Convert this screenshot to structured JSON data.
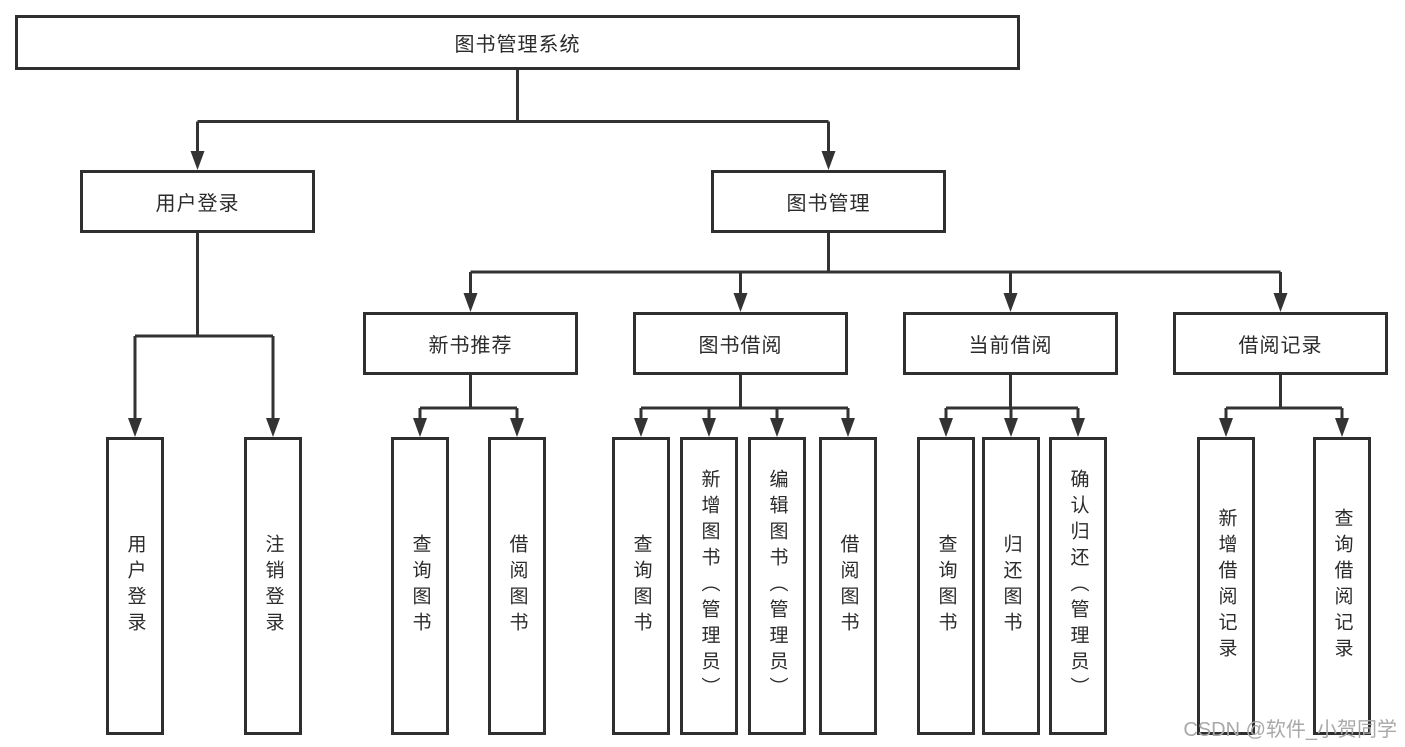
{
  "colors": {
    "line": "#333333",
    "box_border": "#2f2f2f",
    "text": "#2b2b2b",
    "watermark": "#a9a9a9",
    "background": "#ffffff"
  },
  "watermark": {
    "text": "CSDN @软件_小贺同学"
  },
  "nodes": {
    "root": "图书管理系统",
    "user_login": "用户登录",
    "book_mgmt": "图书管理",
    "new_book_rec": "新书推荐",
    "book_borrow": "图书借阅",
    "current_borrow": "当前借阅",
    "borrow_records": "借阅记录",
    "ul_user_login": "用户登录",
    "ul_logout": "注销登录",
    "nbr_query_books": "查询图书",
    "nbr_borrow_books": "借阅图书",
    "bb_query_books": "查询图书",
    "bb_add_books": "新增图书（管理员）",
    "bb_edit_books": "编辑图书（管理员）",
    "bb_borrow_books": "借阅图书",
    "cb_query_books": "查询图书",
    "cb_return_books": "归还图书",
    "cb_confirm_return": "确认归还（管理员）",
    "br_add_record": "新增借阅记录",
    "br_query_record": "查询借阅记录"
  },
  "structure": {
    "root": "图书管理系统",
    "children": [
      {
        "label": "用户登录",
        "children": [
          "用户登录",
          "注销登录"
        ]
      },
      {
        "label": "图书管理",
        "children": [
          {
            "label": "新书推荐",
            "children": [
              "查询图书",
              "借阅图书"
            ]
          },
          {
            "label": "图书借阅",
            "children": [
              "查询图书",
              "新增图书（管理员）",
              "编辑图书（管理员）",
              "借阅图书"
            ]
          },
          {
            "label": "当前借阅",
            "children": [
              "查询图书",
              "归还图书",
              "确认归还（管理员）"
            ]
          },
          {
            "label": "借阅记录",
            "children": [
              "新增借阅记录",
              "查询借阅记录"
            ]
          }
        ]
      }
    ]
  }
}
